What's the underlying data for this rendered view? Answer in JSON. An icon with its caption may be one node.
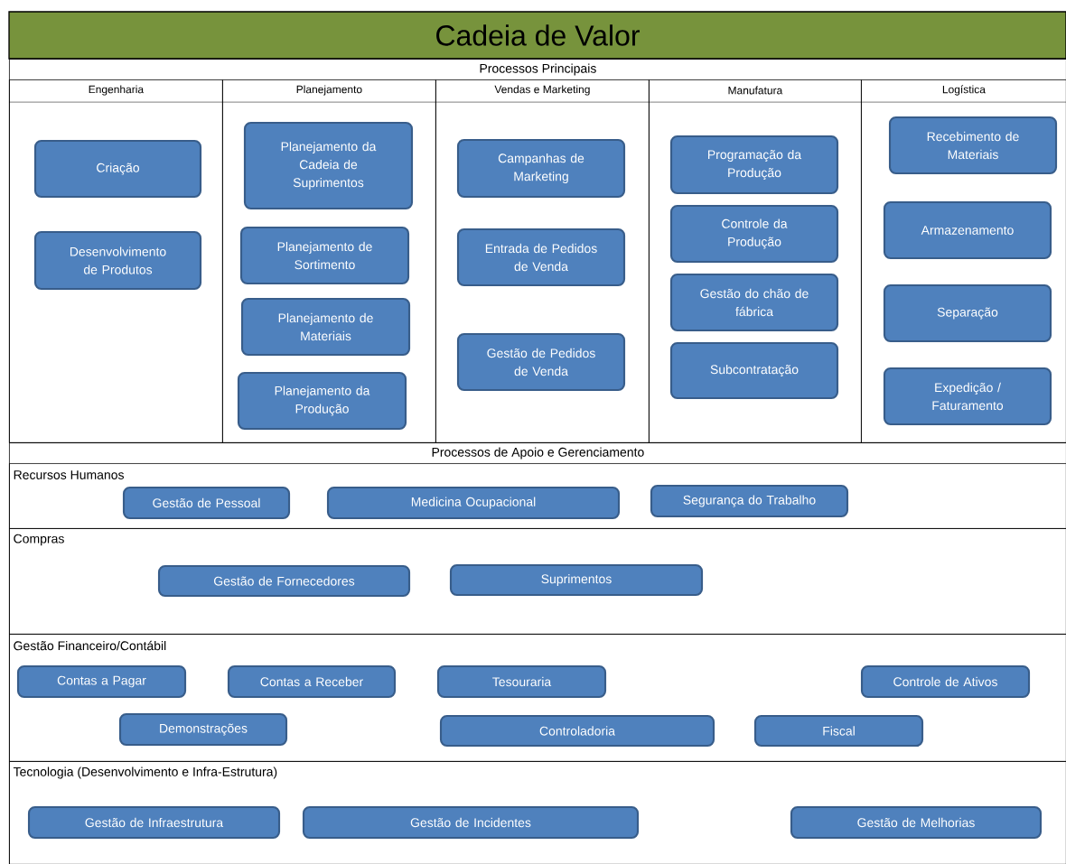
{
  "diagram": {
    "title": "Cadeia de Valor",
    "nodes": [
      {
        "text": [
          "Processos Principais"
        ]
      },
      {
        "text": [
          "Engenharia"
        ],
        "in": 0
      },
      {
        "text": [
          "Planejamento"
        ],
        "in": 0
      },
      {
        "text": [
          "Vendas e Marketing"
        ],
        "in": 0
      },
      {
        "text": [
          "Manufatura"
        ],
        "in": 0
      },
      {
        "text": [
          "Logística"
        ],
        "in": 0
      },
      {
        "text": [
          "Criação"
        ],
        "in": 1
      },
      {
        "text": [
          "Desenvolvimento de Produtos"
        ],
        "in": 1
      },
      {
        "text": [
          "Planejamento da Cadeia de Suprimentos"
        ],
        "in": 2
      },
      {
        "text": [
          "Planejamento de Sortimento"
        ],
        "in": 2
      },
      {
        "text": [
          "Planejamento de Materiais"
        ],
        "in": 2
      },
      {
        "text": [
          "Planejamento da Produção"
        ],
        "in": 2
      },
      {
        "text": [
          "Campanhas de Marketing"
        ],
        "in": 3
      },
      {
        "text": [
          "Entrada de Pedidos de Venda"
        ],
        "in": 3
      },
      {
        "text": [
          "Gestão de Pedidos de Venda"
        ],
        "in": 3
      },
      {
        "text": [
          "Programação da Produção"
        ],
        "in": 4
      },
      {
        "text": [
          "Controle da Produção"
        ],
        "in": 4
      },
      {
        "text": [
          "Gestão do chão de fábrica"
        ],
        "in": 4
      },
      {
        "text": [
          "Subcontratação"
        ],
        "in": 4
      },
      {
        "text": [
          "Recebimento de Materiais"
        ],
        "in": 5
      },
      {
        "text": [
          "Armazenamento"
        ],
        "in": 5
      },
      {
        "text": [
          "Separação"
        ],
        "in": 5
      },
      {
        "text": [
          "Expedição / Faturamento"
        ],
        "in": 5
      },
      {
        "text": [
          "Processos de Apoio e Gerenciamento"
        ]
      },
      {
        "text": [
          "Recursos Humanos"
        ],
        "in": 23
      },
      {
        "text": [
          "Gestão de Pessoal"
        ],
        "in": 24
      },
      {
        "text": [
          "Medicina Ocupacional"
        ],
        "in": 24
      },
      {
        "text": [
          "Segurança do Trabalho"
        ],
        "in": 24
      },
      {
        "text": [
          "Compras"
        ],
        "in": 23
      },
      {
        "text": [
          "Gestão de Fornecedores"
        ],
        "in": 28
      },
      {
        "text": [
          "Suprimentos"
        ],
        "in": 28
      },
      {
        "text": [
          "Gestão Financeiro/Contábil"
        ],
        "in": 23
      },
      {
        "text": [
          "Contas a Pagar"
        ],
        "in": 31
      },
      {
        "text": [
          "Contas a Receber"
        ],
        "in": 31
      },
      {
        "text": [
          "Tesouraria"
        ],
        "in": 31
      },
      {
        "text": [
          "Controle de Ativos"
        ],
        "in": 31
      },
      {
        "text": [
          "Demonstrações"
        ],
        "in": 31
      },
      {
        "text": [
          "Controladoria"
        ],
        "in": 31
      },
      {
        "text": [
          "Fiscal"
        ],
        "in": 31
      },
      {
        "text": [
          "Tecnologia (Desenvolvimento e Infra-Estrutura)"
        ],
        "in": 23
      },
      {
        "text": [
          "Gestão de Infraestrutura"
        ],
        "in": 39
      },
      {
        "text": [
          "Gestão de Incidentes"
        ],
        "in": 39
      },
      {
        "text": [
          "Gestão de Melhorias"
        ],
        "in": 39
      }
    ]
  }
}
